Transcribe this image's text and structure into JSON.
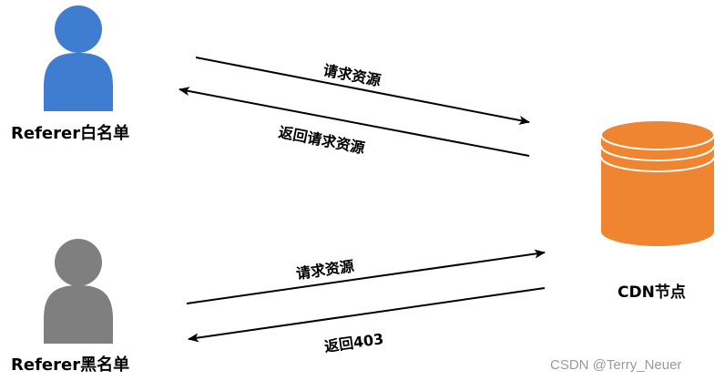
{
  "whitelist_user": {
    "label": "Referer白名单",
    "color": "#3f7dd1"
  },
  "blacklist_user": {
    "label": "Referer黑名单",
    "color": "#7f7f7f"
  },
  "cdn_node": {
    "label": "CDN节点",
    "color": "#ef8531"
  },
  "flows": {
    "white_request": "请求资源",
    "white_response": "返回请求资源",
    "black_request": "请求资源",
    "black_response": "返回403"
  },
  "watermark": "CSDN @Terry_Neuer"
}
